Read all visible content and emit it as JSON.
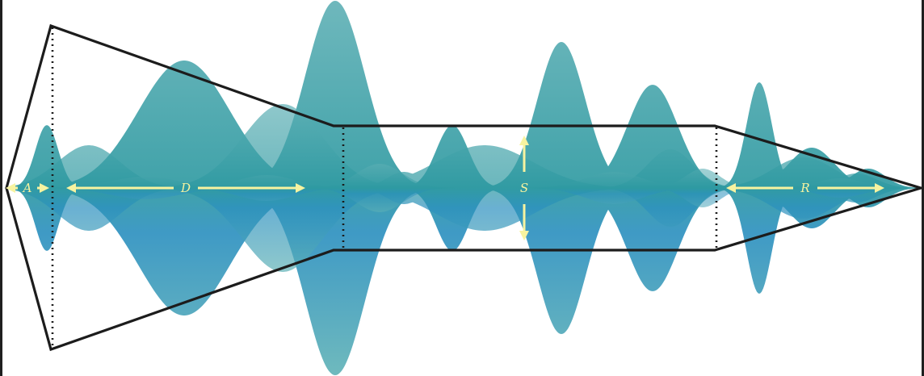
{
  "phases": {
    "attack": "A",
    "decay": "D",
    "sustain": "S",
    "release": "R"
  },
  "colors": {
    "wave_light": "#62b0b4",
    "wave_mid": "#3a9ca2",
    "wave_deep": "#2a8fbf",
    "envelope_stroke": "#1c1c1c",
    "annotation": "#f7f3a0"
  }
}
